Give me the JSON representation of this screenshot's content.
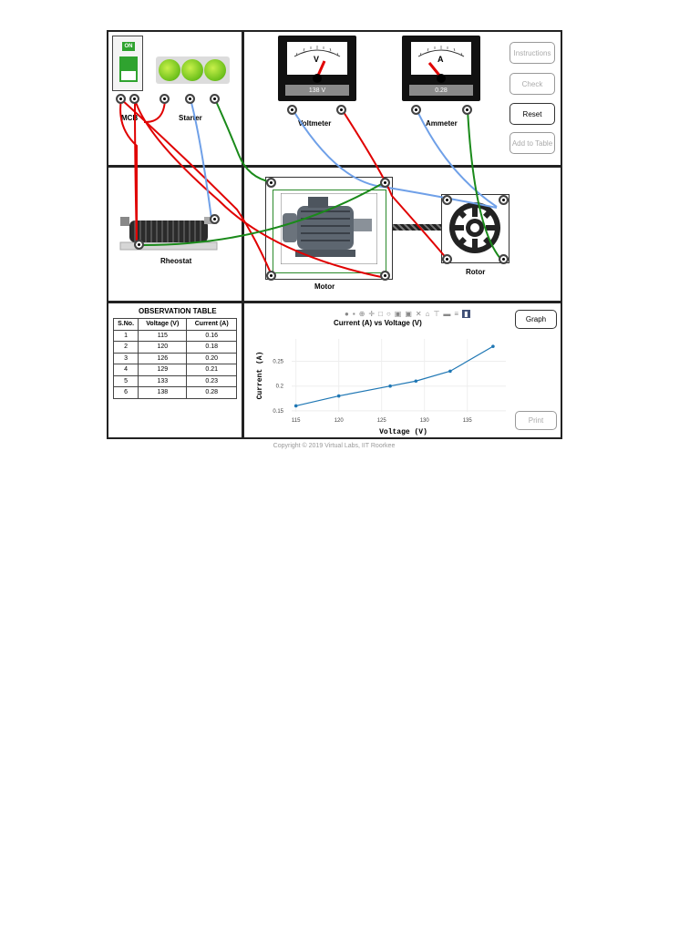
{
  "buttons": {
    "instructions": "Instructions",
    "check": "Check",
    "reset": "Reset",
    "add_to_table": "Add to Table",
    "graph": "Graph",
    "print": "Print"
  },
  "mcb": {
    "state_label": "ON"
  },
  "labels": {
    "mcb": "MCB",
    "starter": "Starter",
    "voltmeter": "Voltmeter",
    "ammeter": "Ammeter",
    "rheostat": "Rheostat",
    "motor": "Motor",
    "rotor": "Rotor"
  },
  "voltmeter": {
    "symbol": "V",
    "reading": "138 V"
  },
  "ammeter": {
    "symbol": "A",
    "reading": "0.28"
  },
  "observation_table": {
    "title": "OBSERVATION TABLE",
    "headers": [
      "S.No.",
      "Voltage (V)",
      "Current (A)"
    ],
    "rows": [
      [
        "1",
        "115",
        "0.16"
      ],
      [
        "2",
        "120",
        "0.18"
      ],
      [
        "3",
        "126",
        "0.20"
      ],
      [
        "4",
        "129",
        "0.21"
      ],
      [
        "5",
        "133",
        "0.23"
      ],
      [
        "6",
        "138",
        "0.28"
      ]
    ]
  },
  "chart_data": {
    "type": "line",
    "title": "Current (A) vs Voltage (V)",
    "xlabel": "Voltage (V)",
    "ylabel": "Current (A)",
    "x": [
      115,
      120,
      126,
      129,
      133,
      138
    ],
    "y": [
      0.16,
      0.18,
      0.2,
      0.21,
      0.23,
      0.28
    ],
    "xticks": [
      "115",
      "120",
      "125",
      "130",
      "135"
    ],
    "yticks": [
      "0.15",
      "0.2",
      "0.25"
    ],
    "xlim": [
      114.5,
      139.5
    ],
    "ylim": [
      0.148,
      0.295
    ],
    "grid": true,
    "color": "#1f77b4"
  },
  "footer": "Copyright © 2019 Virtual Labs, IIT Roorkee"
}
